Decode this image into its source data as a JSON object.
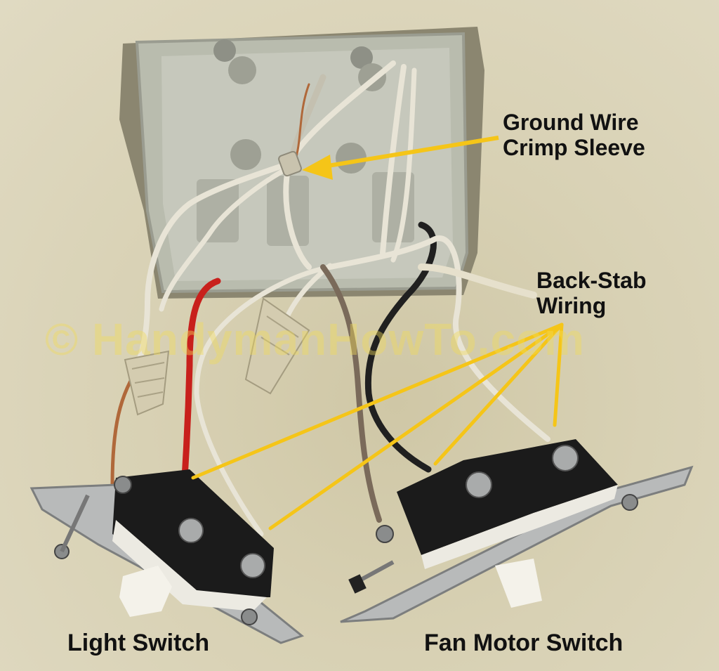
{
  "watermark": "© HandymanHowTo.com",
  "labels": {
    "ground_wire_line1": "Ground Wire",
    "ground_wire_line2": "Crimp Sleeve",
    "back_stab_line1": "Back-Stab",
    "back_stab_line2": "Wiring",
    "light_switch": "Light Switch",
    "fan_motor_switch": "Fan Motor Switch"
  },
  "colors": {
    "wall": "#d9d3b8",
    "arrow": "#f5c518",
    "box": "#b9bcae",
    "switch_body": "#1b1b1b",
    "toggle": "#f4f2ea",
    "wire_white": "#e8e4d6",
    "wire_red": "#c8201c",
    "wire_black": "#202020",
    "wire_bare": "#b0683a",
    "wire_nut": "#d4ccb0"
  }
}
